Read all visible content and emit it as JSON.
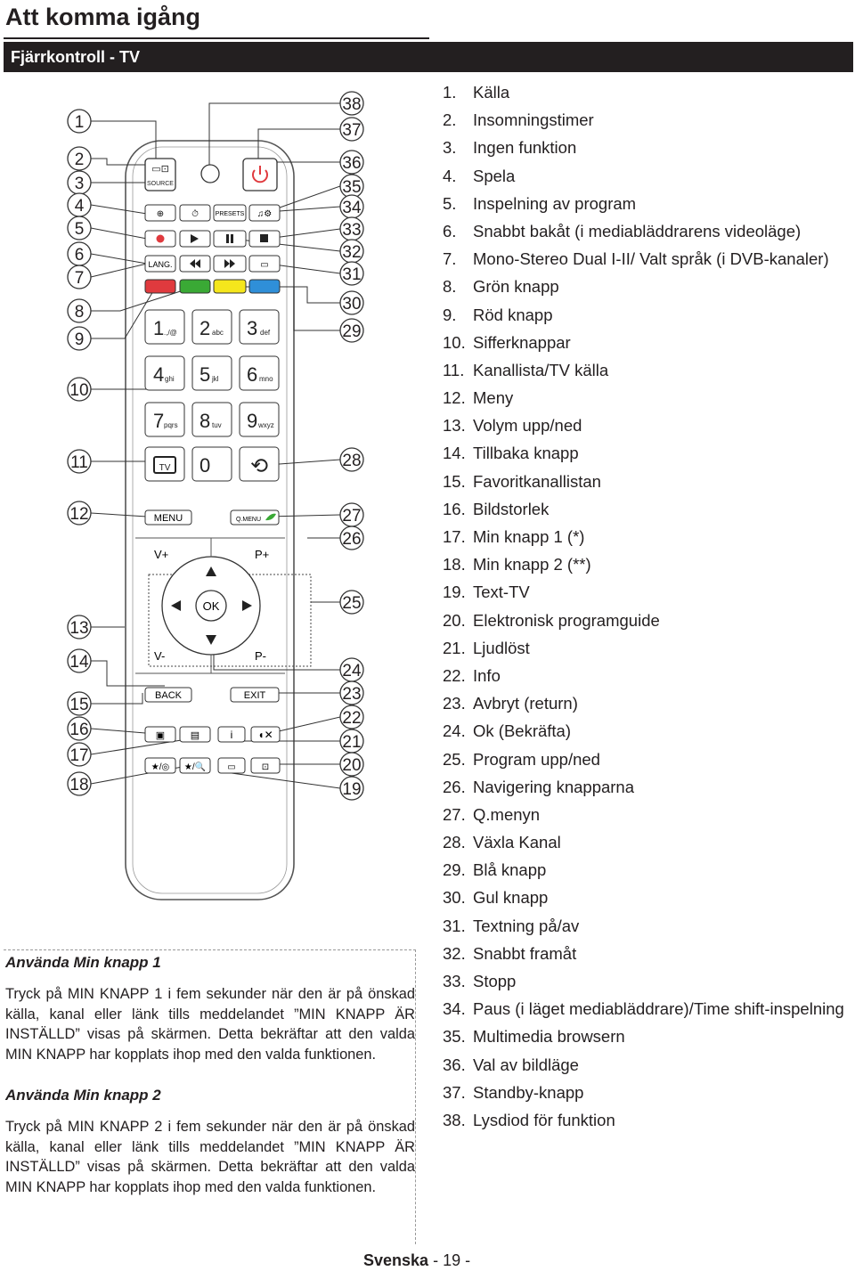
{
  "page": {
    "title": "Att komma igång",
    "section": "Fjärrkontroll - TV",
    "footer_language": "Svenska",
    "footer_page": "- 19 -"
  },
  "legend": [
    {
      "num": "1.",
      "text": "Källa"
    },
    {
      "num": "2.",
      "text": "Insomningstimer"
    },
    {
      "num": "3.",
      "text": "Ingen funktion"
    },
    {
      "num": "4.",
      "text": "Spela"
    },
    {
      "num": "5.",
      "text": "Inspelning av program"
    },
    {
      "num": "6.",
      "text": "Snabbt bakåt (i mediabläddrarens videoläge)"
    },
    {
      "num": "7.",
      "text": "Mono-Stereo Dual I-II/ Valt språk (i DVB-kanaler)"
    },
    {
      "num": "8.",
      "text": "Grön knapp"
    },
    {
      "num": "9.",
      "text": "Röd knapp"
    },
    {
      "num": "10.",
      "text": "Sifferknappar"
    },
    {
      "num": "11.",
      "text": "Kanallista/TV källa"
    },
    {
      "num": "12.",
      "text": "Meny"
    },
    {
      "num": "13.",
      "text": "Volym upp/ned"
    },
    {
      "num": "14.",
      "text": "Tillbaka knapp"
    },
    {
      "num": "15.",
      "text": "Favoritkanallistan"
    },
    {
      "num": "16.",
      "text": "Bildstorlek"
    },
    {
      "num": "17.",
      "text": "Min knapp 1 (*)"
    },
    {
      "num": "18.",
      "text": "Min knapp 2 (**)"
    },
    {
      "num": "19.",
      "text": "Text-TV"
    },
    {
      "num": "20.",
      "text": "Elektronisk programguide"
    },
    {
      "num": "21.",
      "text": "Ljudlöst"
    },
    {
      "num": "22.",
      "text": "Info"
    },
    {
      "num": "23.",
      "text": "Avbryt (return)"
    },
    {
      "num": "24.",
      "text": "Ok (Bekräfta)"
    },
    {
      "num": "25.",
      "text": "Program upp/ned"
    },
    {
      "num": "26.",
      "text": "Navigering knapparna"
    },
    {
      "num": "27.",
      "text": "Q.menyn"
    },
    {
      "num": "28.",
      "text": "Växla Kanal"
    },
    {
      "num": "29.",
      "text": "Blå knapp"
    },
    {
      "num": "30.",
      "text": "Gul knapp"
    },
    {
      "num": "31.",
      "text": "Textning på/av"
    },
    {
      "num": "32.",
      "text": "Snabbt framåt"
    },
    {
      "num": "33.",
      "text": "Stopp"
    },
    {
      "num": "34.",
      "text": "Paus (i läget mediabläddrare)/Time shift-inspelning"
    },
    {
      "num": "35.",
      "text": "Multimedia browsern"
    },
    {
      "num": "36.",
      "text": "Val av bildläge"
    },
    {
      "num": "37.",
      "text": "Standby-knapp"
    },
    {
      "num": "38.",
      "text": "Lysdiod för funktion"
    }
  ],
  "my_button_1": {
    "heading": "Använda Min knapp 1",
    "body": "Tryck på MIN KNAPP 1 i fem sekunder när den är på önskad källa, kanal eller länk tills meddelandet ”MIN KNAPP ÄR INSTÄLLD” visas på skärmen. Detta bekräftar att den valda MIN KNAPP har kopplats ihop med den valda funktionen."
  },
  "my_button_2": {
    "heading": "Använda Min knapp 2",
    "body": "Tryck på MIN KNAPP 2 i fem sekunder när den är på önskad källa, kanal eller länk tills meddelandet ”MIN KNAPP ÄR INSTÄLLD” visas på skärmen. Detta bekräftar att den valda MIN KNAPP har kopplats ihop med den valda funktionen."
  },
  "remote": {
    "callouts_left": [
      "1",
      "2",
      "3",
      "4",
      "5",
      "6",
      "7",
      "8",
      "9",
      "10",
      "11",
      "12",
      "13",
      "14",
      "15",
      "16",
      "17",
      "18"
    ],
    "callouts_right": [
      "38",
      "37",
      "36",
      "35",
      "34",
      "33",
      "32",
      "31",
      "30",
      "29",
      "28",
      "27",
      "26",
      "25",
      "24",
      "23",
      "22",
      "21",
      "20",
      "19"
    ],
    "labels": {
      "source": "SOURCE",
      "presets": "PRESETS",
      "lang": "LANG.",
      "d1": "1",
      "d1s": ".,/@",
      "d2": "2",
      "d2s": "abc",
      "d3": "3",
      "d3s": "def",
      "d4": "4",
      "d4s": "ghi",
      "d5": "5",
      "d5s": "jkl",
      "d6": "6",
      "d6s": "mno",
      "d7": "7",
      "d7s": "pqrs",
      "d8": "8",
      "d8s": "tuv",
      "d9": "9",
      "d9s": "wxyz",
      "d0": "0",
      "tv": "TV",
      "menu": "MENU",
      "qmenu": "Q.MENU",
      "vplus": "V+",
      "pplus": "P+",
      "vminus": "V-",
      "pminus": "P-",
      "ok": "OK",
      "back": "BACK",
      "exit": "EXIT",
      "info": "i"
    },
    "colors": {
      "red": "#e03a3e",
      "green": "#3aa935",
      "yellow": "#f5e61c",
      "blue": "#2f8fd8",
      "power": "#e03a3e"
    }
  }
}
